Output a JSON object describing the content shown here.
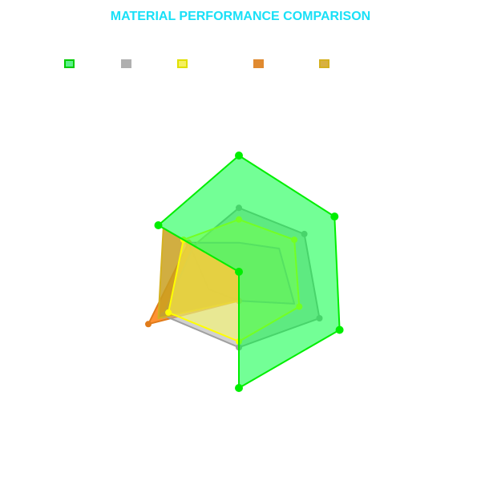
{
  "title": "MATERIAL PERFORMANCE COMPARISON",
  "chart_data": {
    "type": "radar",
    "title": "MATERIAL PERFORMANCE COMPARISON",
    "axes_count": 6,
    "rmax": 1.0,
    "grid": false,
    "legend_position": "top",
    "series": [
      {
        "fill": "#2a2ad5",
        "stroke": "#2a2ad5",
        "opacity": 0.25,
        "values": [
          0.25,
          0.4,
          0.55,
          0.25,
          0.3,
          0.5
        ],
        "show_points": false
      },
      {
        "fill": "#ff7f0e",
        "stroke": "#e07b1a",
        "opacity": 0.85,
        "values": [
          0.0,
          0.0,
          0.0,
          0.25,
          0.9,
          0.5
        ],
        "show_points": true
      },
      {
        "fill": "#b0b0b0",
        "stroke": "#a0a0a0",
        "opacity": 0.6,
        "values": [
          0.55,
          0.65,
          0.8,
          0.65,
          0.75,
          0.45
        ],
        "show_points": true
      },
      {
        "fill": "#c9a020",
        "stroke": "#d4b020",
        "opacity": 0.85,
        "values": [
          0.0,
          0.0,
          0.0,
          0.25,
          0.8,
          0.75
        ],
        "show_points": false
      },
      {
        "fill": "#ffff55",
        "stroke": "#ffff00",
        "opacity": 0.5,
        "values": [
          0.45,
          0.55,
          0.6,
          0.6,
          0.7,
          0.55
        ],
        "show_points": true
      },
      {
        "fill": "#00ff40",
        "stroke": "#00ee00",
        "opacity": 0.55,
        "values": [
          1.0,
          0.95,
          1.0,
          1.0,
          0.0,
          0.8
        ],
        "show_points": true
      }
    ],
    "legend": [
      {
        "fill": "#5cf08a",
        "stroke": "#00cc00"
      },
      {
        "fill": "#b0b0b0",
        "stroke": "#b0b0b0"
      },
      {
        "fill": "#f5f060",
        "stroke": "#e0e000"
      },
      {
        "fill": "#e08a30",
        "stroke": "#e08a30"
      },
      {
        "fill": "#d8b040",
        "stroke": "#d4b020"
      }
    ]
  }
}
